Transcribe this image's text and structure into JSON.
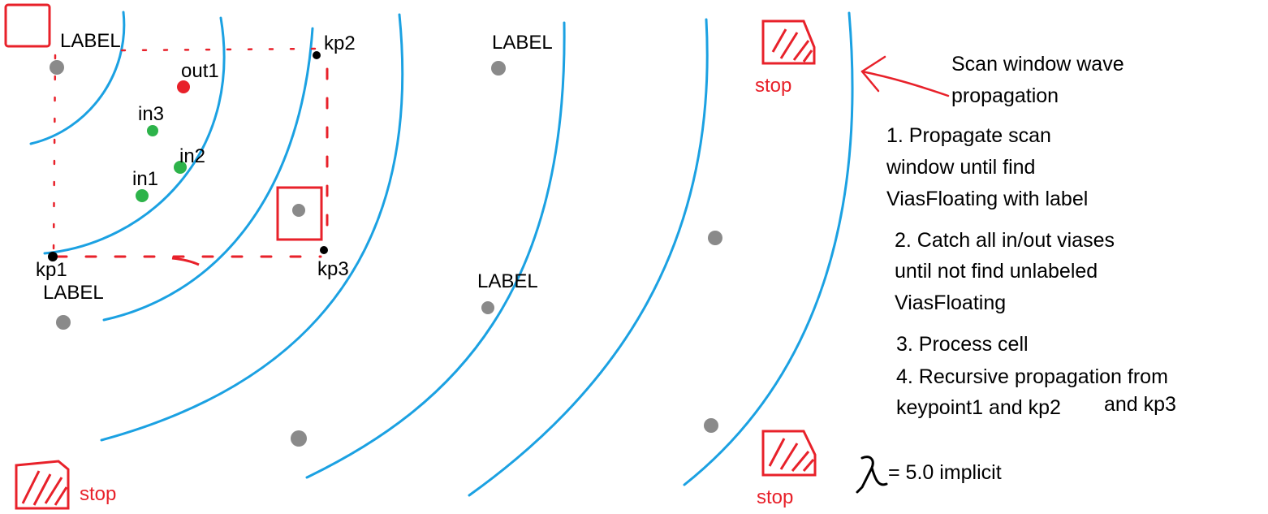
{
  "labels": {
    "label_a": "LABEL",
    "label_b": "LABEL",
    "label_c": "LABEL",
    "label_d": "LABEL",
    "out1": "out1",
    "in1": "in1",
    "in2": "in2",
    "in3": "in3",
    "kp1": "kp1",
    "kp2": "kp2",
    "kp3": "kp3",
    "stop_top": "stop",
    "stop_bottom_left": "stop",
    "stop_bottom_right": "stop"
  },
  "notes": {
    "title_line1": "Scan window wave",
    "title_line2": "propagation",
    "step1_line1": "1. Propagate scan",
    "step1_line2": "window until find",
    "step1_line3": "ViasFloating with label",
    "step2_line1": "2. Catch all in/out viases",
    "step2_line2": "until not find unlabeled",
    "step2_line3": "ViasFloating",
    "step3": "3. Process cell",
    "step4_line1": "4. Recursive propagation from",
    "step4_line2": "keypoint1 and kp2",
    "step4_line3": "and kp3",
    "lambda_symbol": "λ",
    "lambda_text": "= 5.0 implicit"
  },
  "colors": {
    "wave": "#1ba1e2",
    "red": "#e8212a",
    "green": "#2db34a",
    "gray": "#8a8a8a",
    "black": "#000000"
  }
}
